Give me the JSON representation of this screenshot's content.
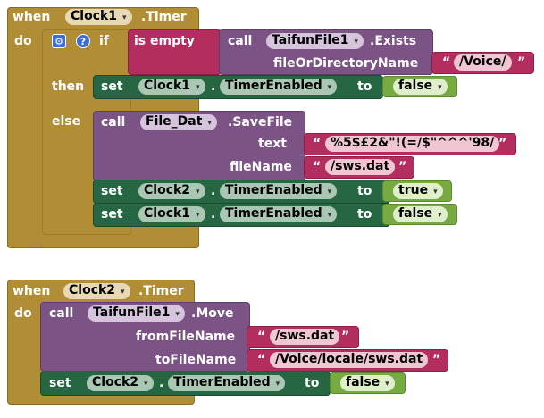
{
  "event1": {
    "when": "when",
    "component": "Clock1",
    "event": ".Timer",
    "do": "do",
    "if_label": "if",
    "then_label": "then",
    "else_label": "else",
    "is_empty": "is empty",
    "exists": {
      "call": "call",
      "component": "TaifunFile1",
      "method": ".Exists",
      "param": "fileOrDirectoryName",
      "value": "/Voice/"
    },
    "then_set": {
      "set": "set",
      "component": "Clock1",
      "dot": ".",
      "property": "TimerEnabled",
      "to": "to",
      "value": "false"
    },
    "savefile": {
      "call": "call",
      "component": "File_Dat",
      "method": ".SaveFile",
      "param1": "text",
      "value1": "%5$£2&\"!(=/$\"^^^'98/",
      "param2": "fileName",
      "value2": "/sws.dat"
    },
    "else_set1": {
      "set": "set",
      "component": "Clock2",
      "dot": ".",
      "property": "TimerEnabled",
      "to": "to",
      "value": "true"
    },
    "else_set2": {
      "set": "set",
      "component": "Clock1",
      "dot": ".",
      "property": "TimerEnabled",
      "to": "to",
      "value": "false"
    }
  },
  "event2": {
    "when": "when",
    "component": "Clock2",
    "event": ".Timer",
    "do": "do",
    "move": {
      "call": "call",
      "component": "TaifunFile1",
      "method": ".Move",
      "param1": "fromFileName",
      "value1": "/sws.dat",
      "param2": "toFileName",
      "value2": "/Voice/locale/sws.dat"
    },
    "set": {
      "set": "set",
      "component": "Clock2",
      "dot": ".",
      "property": "TimerEnabled",
      "to": "to",
      "value": "false"
    }
  },
  "quote_open": "“",
  "quote_close": "”",
  "dropdown_icon": "▾",
  "icons": {
    "mutator": "gear-icon",
    "help": "question-icon"
  },
  "colors": {
    "event": "#b18e35",
    "procedure": "#7c5385",
    "setter": "#266643",
    "logic": "#77ab41",
    "text": "#b32d5e",
    "canvas": "#ffffff"
  }
}
